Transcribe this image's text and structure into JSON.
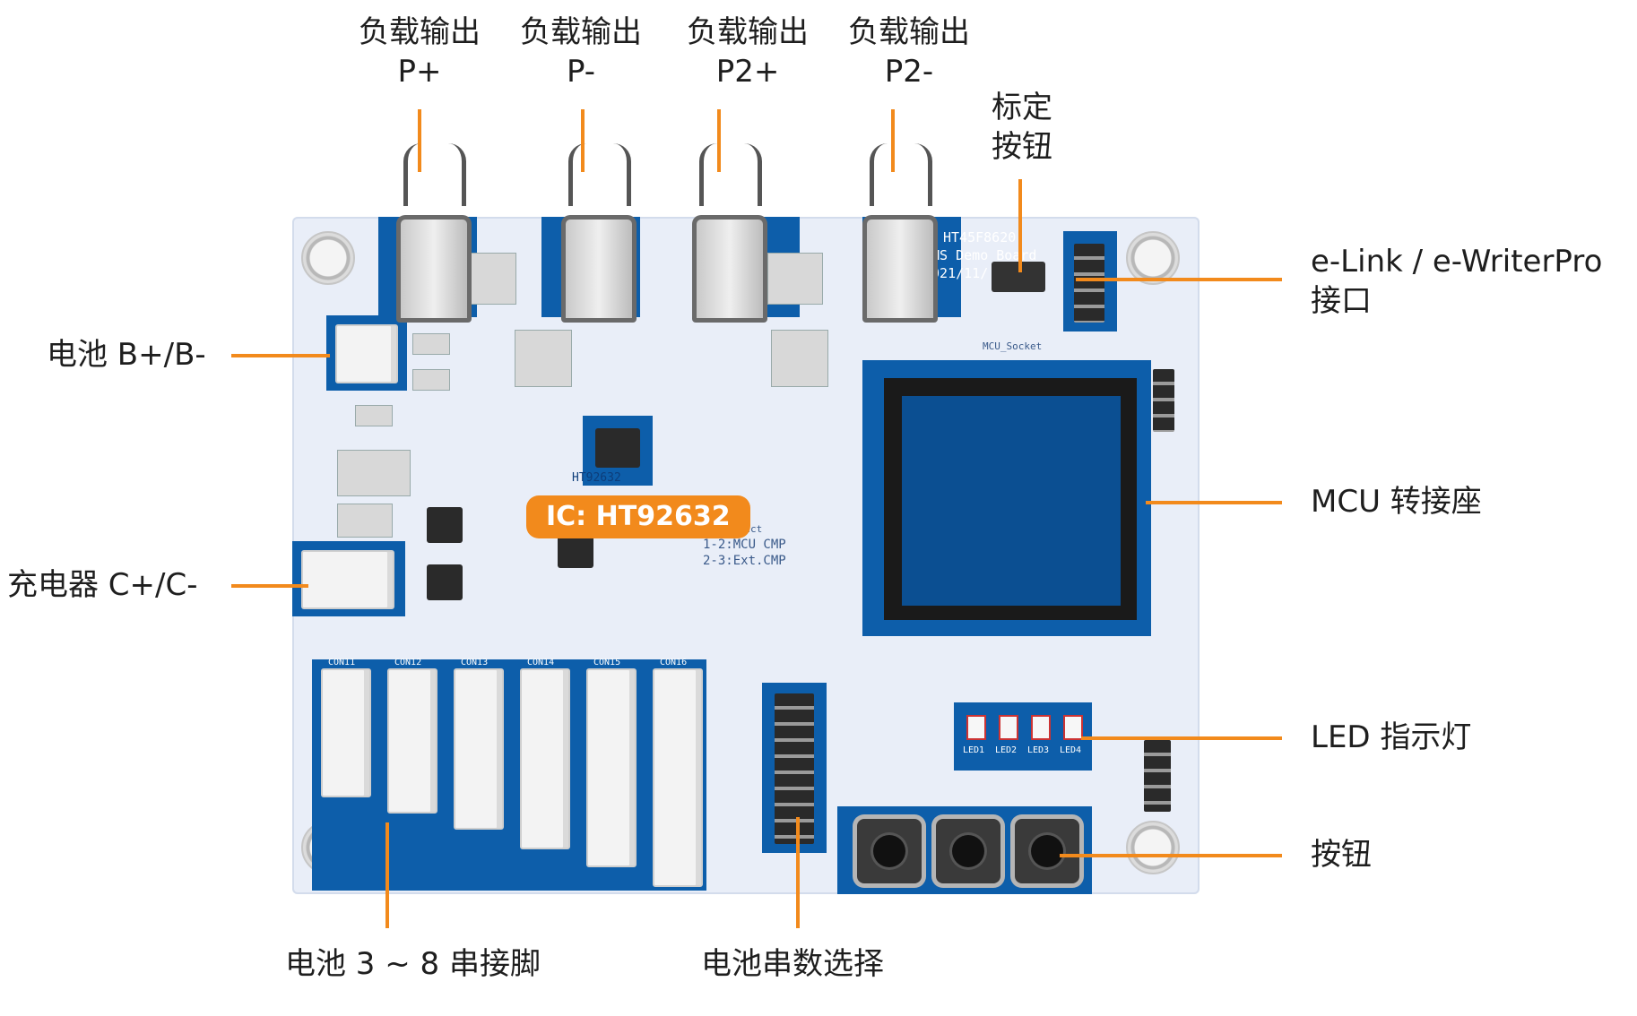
{
  "labels": {
    "load_p_plus": {
      "line1": "负载输出",
      "line2": "P+"
    },
    "load_p_minus": {
      "line1": "负载输出",
      "line2": "P-"
    },
    "load_p2_plus": {
      "line1": "负载输出",
      "line2": "P2+"
    },
    "load_p2_minus": {
      "line1": "负载输出",
      "line2": "P2-"
    },
    "calibration_button": {
      "line1": "标定",
      "line2": "按钮"
    },
    "elink": {
      "line1": "e-Link / e-WriterPro",
      "line2": "接口"
    },
    "battery_terminal": "电池 B+/B-",
    "charger_terminal": "充电器 C+/C-",
    "mcu_socket": "MCU 转接座",
    "led_indicator": "LED 指示灯",
    "buttons": "按钮",
    "battery_pins": "电池 3 ~ 8 串接脚",
    "cell_select": "电池串数选择",
    "ic_badge": "IC: HT92632"
  },
  "board_silkscreen": {
    "title": "HT45F8620",
    "subtitle": "BMS Demo Board",
    "date": "2021/11/",
    "chip_marking": "HT92632",
    "cmp_select": "CMP_Select",
    "cmp_line1": "1-2:MCU CMP",
    "cmp_line2": "2-3:Ext.CMP",
    "mcu_socket_text": "MCU_Socket",
    "leds": [
      "LED1",
      "LED2",
      "LED3",
      "LED4"
    ],
    "connectors": [
      "CON11",
      "CON12",
      "CON13",
      "CON14",
      "CON15",
      "CON16"
    ]
  },
  "colors": {
    "leader_lines": "#f28a1c",
    "pcb_mask": "#0d5eaa",
    "board_base": "#e9eef8"
  }
}
